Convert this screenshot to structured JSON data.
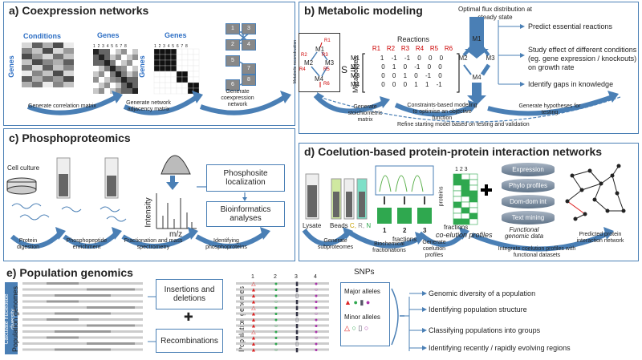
{
  "panel_a": {
    "title": "a) Coexpression networks",
    "conditions": "Conditions",
    "genes_top1": "Genes",
    "genes_top2": "Genes",
    "genes_side1": "Genes",
    "genes_side2": "Genes",
    "col_numbers": [
      "1",
      "2",
      "3",
      "4",
      "5",
      "6",
      "7",
      "8"
    ],
    "node_labels": [
      "1",
      "2",
      "3",
      "4",
      "5",
      "6",
      "7",
      "8"
    ],
    "step1": "Generate correlation matrix",
    "step2": "Generate network adjacency matrix",
    "step3": "Generate coexpression network"
  },
  "panel_b": {
    "title": "b) Metabolic modeling",
    "recon_label": "Metabolic reconstruction",
    "s_label": "S =",
    "reactions_label": "Reactions",
    "metabolites_label": "Metabolites",
    "reaction_headers": [
      "R1",
      "R2",
      "R3",
      "R4",
      "R5",
      "R6"
    ],
    "row_labels": [
      "M1",
      "M2",
      "M3",
      "M4"
    ],
    "matrix_rows": [
      "1 -1 -1 0 0 0",
      "0 1 0 -1 0 0",
      "0 0 1 0 -1 0",
      "0 0 0 1 1 -1"
    ],
    "flux_title": "Optimal flux distribution at steady state",
    "network_nodes": [
      "M1",
      "M2",
      "M3",
      "M4"
    ],
    "recon_nodes": [
      "M1",
      "M2",
      "M3",
      "M4"
    ],
    "recon_reactions": [
      "R1",
      "R2",
      "R3",
      "R4",
      "R5",
      "R6"
    ],
    "outcomes": [
      "Predict essential reactions",
      "Study effect of different conditions (eg. gene expression / knockouts) on growth rate",
      "Identify gaps in knowledge"
    ],
    "step1": "Generate stoichiometric matrix",
    "step2": "Constraints-based modeling to optimise an objective function",
    "step3": "Generate hypotheses for testing",
    "refine": "Refine starting model based on testing and validation"
  },
  "panel_c": {
    "title": "c) Phosphoproteomics",
    "cell_culture": "Cell culture",
    "intensity": "Intensity",
    "mz": "m/z",
    "box1": "Phosphosite localization",
    "box2": "Bioinformatics analyses",
    "step1": "Protein digestion",
    "step2": "Phosphopeptide enrichment",
    "step3": "Fractionation and mass spectrometry",
    "step4": "Identifying phosphoproteins"
  },
  "panel_d": {
    "title": "d) Coelution-based protein-protein interaction networks",
    "lysate": "Lysate",
    "beads": "Beads",
    "beads_c": "C,",
    "beads_r": "R,",
    "beads_n": "N",
    "fraction_numbers": [
      "1",
      "2",
      "3"
    ],
    "fractions": "fractions",
    "profile_cols": "1 2 3",
    "proteins": "proteins",
    "fractions2": "fractions",
    "coelution_profiles": "co-elution profiles",
    "db_layers": [
      "Expression",
      "Phylo profiles",
      "Dom-dom int",
      "Text mining"
    ],
    "functional_data": "Functional genomic data",
    "predicted": "Predicted protein interaction network",
    "step1": "Generate subproteomes",
    "step2": "Biochemical fractionations",
    "step3": "Generate coelution profiles",
    "step4": "Integrate coelution profiles with functional datasets"
  },
  "panel_e": {
    "title": "e) Population genomics",
    "side_label": "Calculate nucleotide diversity",
    "pop_genomes1": "Population genomes",
    "pop_genomes2": "Population genomes",
    "box1": "Insertions and deletions",
    "plus": "✚",
    "box2": "Recombinations",
    "snp_cols": [
      "1",
      "2",
      "3",
      "4"
    ],
    "snps_title": "SNPs",
    "major": "Major alleles",
    "minor": "Minor alleles",
    "outcomes": [
      "Genomic diversity of a population",
      "Identifying population structure",
      "Classifying populations into groups",
      "Identifying recently / rapidly evolving regions"
    ]
  }
}
